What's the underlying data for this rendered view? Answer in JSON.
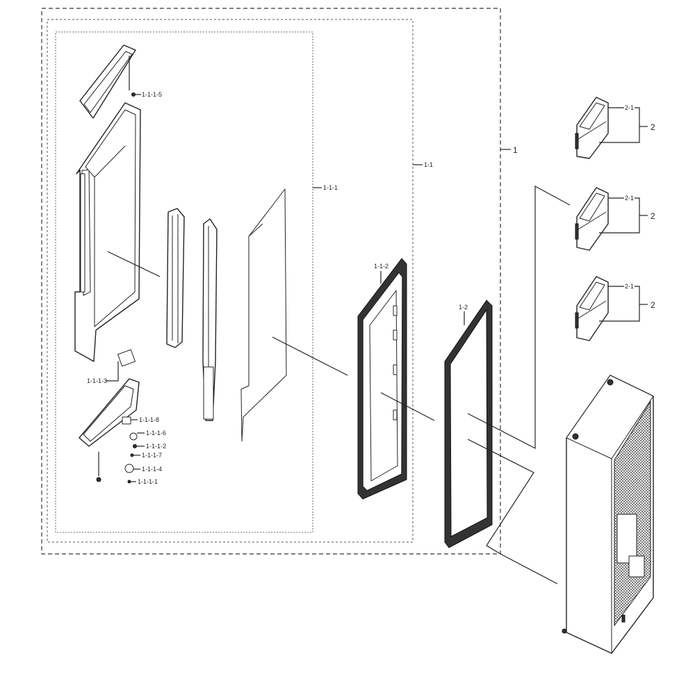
{
  "labels": {
    "assembly_1": "1",
    "sub_1_1": "1-1",
    "sub_1_1_1": "1-1-1",
    "sub_1_1_1_5": "1-1-1-5",
    "sub_1_1_1_3": "1-1-1-3",
    "sub_1_1_1_8": "1-1-1-8",
    "sub_1_1_1_6": "1-1-1-6",
    "sub_1_1_1_2": "1-1-1-2",
    "sub_1_1_1_7": "1-1-1-7",
    "sub_1_1_1_4": "1-1-1-4",
    "sub_1_1_1_1": "1-1-1-1",
    "sub_1_1_2": "1-1-2",
    "sub_1_2": "1-2",
    "bin_a_inner": "2-1",
    "bin_a_outer": "2",
    "bin_b_inner": "2-1",
    "bin_b_outer": "2",
    "bin_c_inner": "2-1",
    "bin_c_outer": "2"
  }
}
